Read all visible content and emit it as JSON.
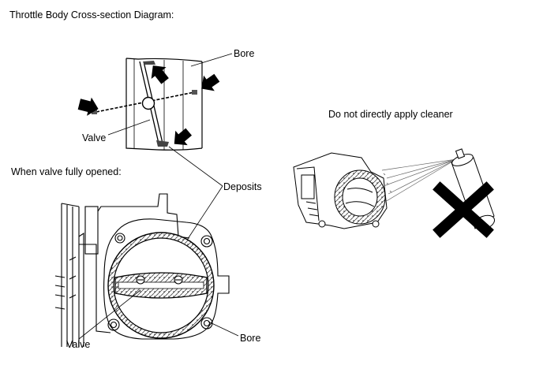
{
  "labels": {
    "cross_section_title": "Throttle Body Cross-section Diagram:",
    "bore_top": "Bore",
    "valve_top": "Valve",
    "fully_opened_title": "When valve fully opened:",
    "deposits": "Deposits",
    "warning": "Do not directly apply cleaner",
    "valve_bottom": "Valve",
    "bore_bottom": "Bore"
  },
  "colors": {
    "line": "#000000",
    "background": "#ffffff",
    "deposit": "#444444",
    "spray": "#666666"
  },
  "icons": {
    "arrow": "arrow-icon",
    "prohibited": "x-mark-icon"
  }
}
